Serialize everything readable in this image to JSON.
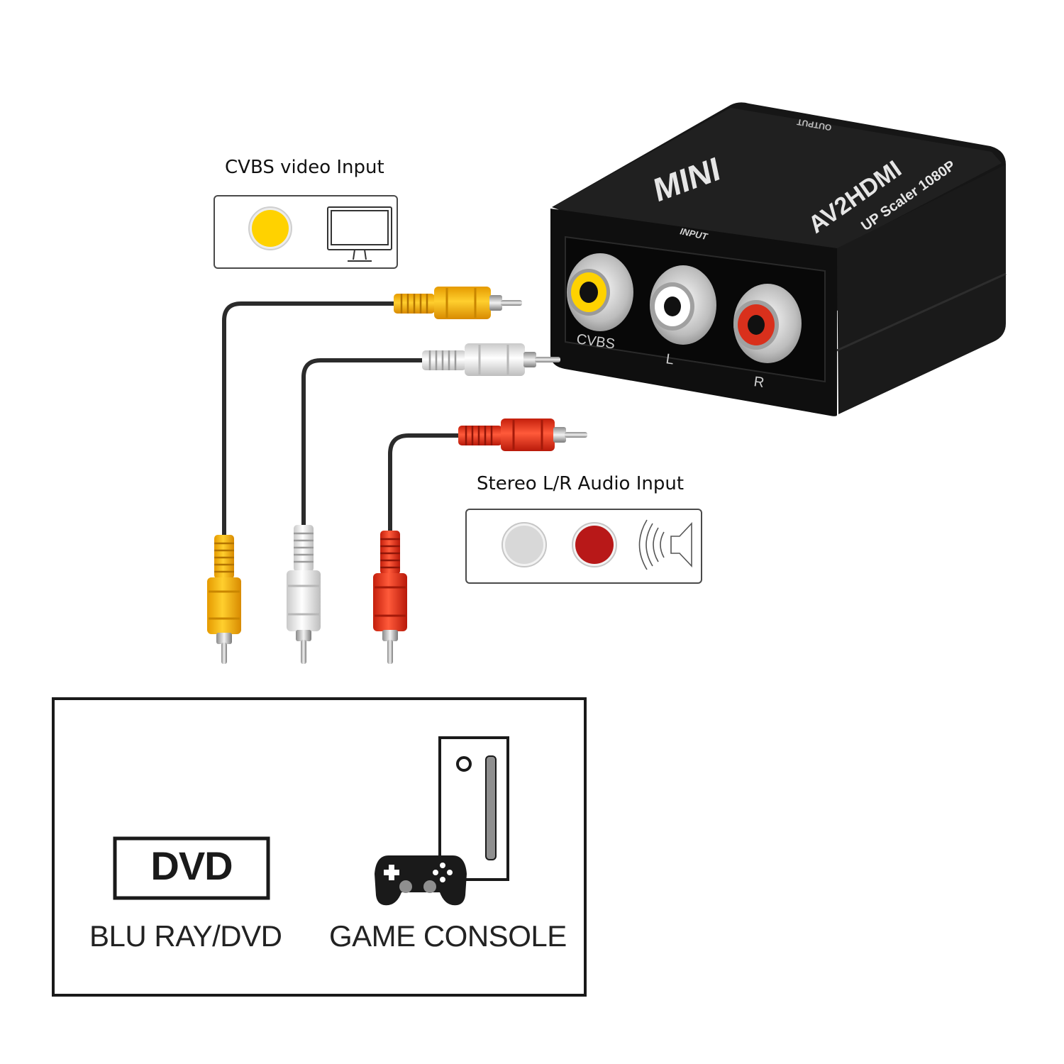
{
  "video_panel": {
    "caption": "CVBS video Input",
    "dot_color": "#FFD200",
    "icons": [
      "yellow-dot",
      "monitor-icon"
    ]
  },
  "audio_panel": {
    "caption": "Stereo L/R Audio Input",
    "left_dot_color": "#D8D8D8",
    "right_dot_color": "#B81818",
    "icons": [
      "white-dot",
      "red-dot",
      "speaker-icon"
    ]
  },
  "converter": {
    "brand": "MINI",
    "model": "AV2HDMI",
    "subtitle": "UP Scaler 1080P",
    "input_label": "INPUT",
    "output_label": "OUTPUT",
    "ports": [
      {
        "label": "CVBS",
        "color": "#FFD200"
      },
      {
        "label": "L",
        "color": "#FFFFFF"
      },
      {
        "label": "R",
        "color": "#D9301C"
      }
    ],
    "body_color": "#1b1b1b"
  },
  "cable": {
    "plugs": [
      {
        "name": "yellow",
        "color": "#F7B500"
      },
      {
        "name": "white",
        "color": "#E6E6E6"
      },
      {
        "name": "red",
        "color": "#E8341E"
      }
    ]
  },
  "sources": {
    "dvd_badge": "DVD",
    "dvd_label": "BLU RAY/DVD",
    "console_label": "GAME CONSOLE"
  }
}
